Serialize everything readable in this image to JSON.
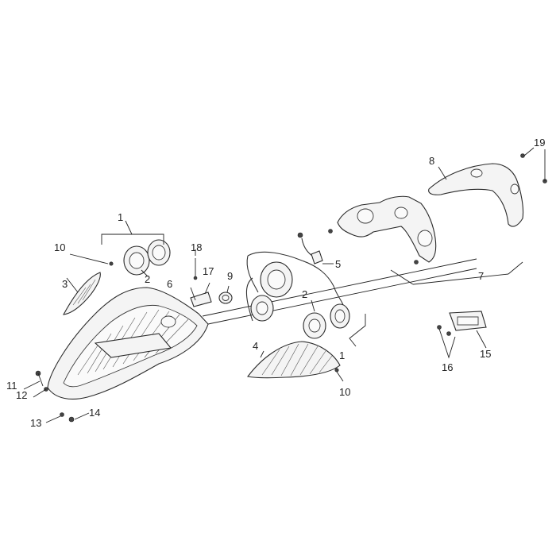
{
  "callouts": {
    "c1a": "1",
    "c1b": "1",
    "c2a": "2",
    "c2b": "2",
    "c3": "3",
    "c4": "4",
    "c5": "5",
    "c6": "6",
    "c7": "7",
    "c8": "8",
    "c9": "9",
    "c10a": "10",
    "c10b": "10",
    "c11": "11",
    "c12": "12",
    "c13": "13",
    "c14": "14",
    "c15": "15",
    "c16": "16",
    "c17": "17",
    "c18": "18",
    "c19": "19"
  },
  "colors": {
    "line": "#2a2a2a",
    "fill": "#f4f4f4",
    "background": "#ffffff"
  }
}
